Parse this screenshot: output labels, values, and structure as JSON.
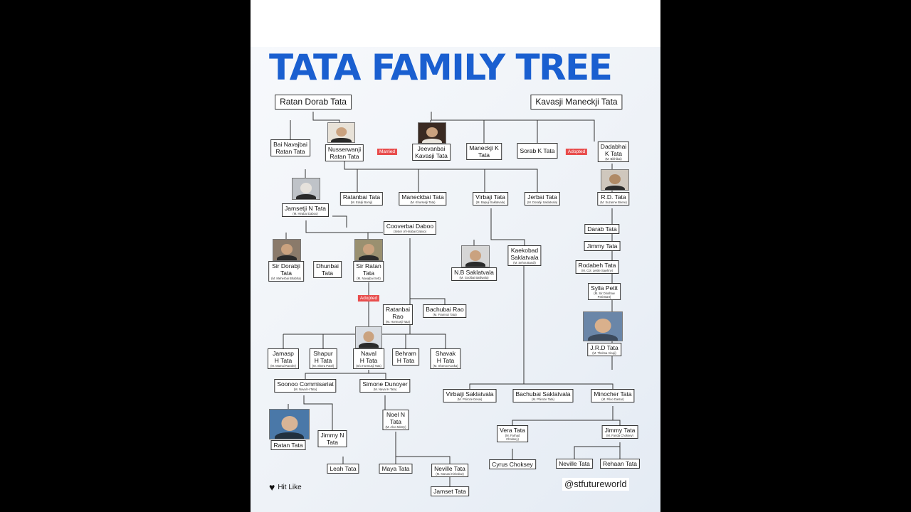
{
  "title": "TATA FAMILY TREE",
  "badges": {
    "married": "Married",
    "adopted_left": "Adopted",
    "adopted_right": "Adopted"
  },
  "people": {
    "ratan_dorab": {
      "name": "Ratan Dorab Tata"
    },
    "kavasji": {
      "name": "Kavasji Maneckji Tata"
    },
    "bai_navajbai": {
      "name": "Bai Navajbai\nRatan Tata"
    },
    "nusserwanji": {
      "name": "Nusserwanji\nRatan Tata"
    },
    "jeevanbai": {
      "name": "Jeevanbai\nKavasji Tata"
    },
    "maneckji_k": {
      "name": "Maneckji K\nTata"
    },
    "sorab_k": {
      "name": "Sorab K Tata"
    },
    "dadabhai": {
      "name": "Dadabhai\nK Tata",
      "spouse": "(M. Bikhibai)"
    },
    "ratanbai_t": {
      "name": "Ratanbai Tata",
      "spouse": "(M. Edulji Bomji)"
    },
    "maneckbai": {
      "name": "Maneckbai Tata",
      "spouse": "(M. Khursedji Tata)"
    },
    "virbaji": {
      "name": "Virbaji Tata",
      "spouse": "(M. Bapuji Saklatvala)"
    },
    "jerbai": {
      "name": "Jerbai Tata",
      "spouse": "(M. Dorabji Saklatvala)"
    },
    "rd_tata": {
      "name": "R.D. Tata",
      "spouse": "(M. Suzanne Briere)"
    },
    "jamsetji": {
      "name": "Jamsetji N Tata",
      "spouse": "(M. Hirabai Daboo)"
    },
    "cooverbai": {
      "name": "Cooverbai Daboo",
      "spouse": "(Sister of Hirabai Daboo)"
    },
    "darab": {
      "name": "Darab Tata"
    },
    "jimmy_t": {
      "name": "Jimmy Tata"
    },
    "rodabeh": {
      "name": "Rodabeh Tata",
      "spouse": "(M. Col. Leslie Sawhny)"
    },
    "sir_dorabji": {
      "name": "Sir Dorabji\nTata",
      "spouse": "(M. Meherbai Bhabha)"
    },
    "dhunbai": {
      "name": "Dhunbai\nTata"
    },
    "sir_ratan": {
      "name": "Sir Ratan\nTata",
      "spouse": "(M. Navajbai Sett)"
    },
    "nb_saklatvala": {
      "name": "N.B Saklatvala",
      "spouse": "(M. Goolbai Batliwala)"
    },
    "kaekobad": {
      "name": "Kaekobad\nSaklatvala",
      "spouse": "(M. Sehra Bandi)"
    },
    "sylla": {
      "name": "Sylla Petit",
      "spouse": "(M. Sir Dinshaw\nPetit Bart)"
    },
    "ratanbai_rao": {
      "name": "Ratanbai\nRao",
      "spouse": "(M. Hormusji Tata)"
    },
    "bachubai_rao": {
      "name": "Bachubai Rao",
      "spouse": "(M. Framroz Tata)"
    },
    "jrd": {
      "name": "J.R.D Tata",
      "spouse": "(M. Thelma Vicaji)"
    },
    "jamasp": {
      "name": "Jamasp\nH Tata",
      "spouse": "(M. Mamai Raroler)"
    },
    "shapur": {
      "name": "Shapur\nH Tata",
      "spouse": "(M. Shera Patel)"
    },
    "naval": {
      "name": "Naval\nH Tata",
      "spouse": "(S/o Hormusji Tata)"
    },
    "behram": {
      "name": "Behram\nH Tata"
    },
    "shavak": {
      "name": "Shavak\nH Tata",
      "spouse": "(M. Sheroo Kooka)"
    },
    "soonoo": {
      "name": "Soonoo Commisariat",
      "spouse": "(M. Naval H Tata)"
    },
    "simone": {
      "name": "Simone Dunoyer",
      "spouse": "(M. Naval H Tata)"
    },
    "virbaiji": {
      "name": "Virbaiji Saklatvala",
      "spouse": "(M. Phiroze Desai)"
    },
    "bachubai_s": {
      "name": "Bachubai Saklatvala",
      "spouse": "(M. Phiroze Tata)"
    },
    "minocher": {
      "name": "Minocher Tata",
      "spouse": "(M. Piloo Dastur)"
    },
    "noel": {
      "name": "Noel N\nTata",
      "spouse": "(M. Aloo Mistry)"
    },
    "vera": {
      "name": "Vera Tata",
      "spouse": "(M. Farhad\nChoksey)"
    },
    "jimmy_t2": {
      "name": "Jimmy Tata",
      "spouse": "(M. Farida Choksey)"
    },
    "jimmy_n": {
      "name": "Jimmy N\nTata"
    },
    "ratan_tata": {
      "name": "Ratan Tata"
    },
    "cyrus": {
      "name": "Cyrus Choksey"
    },
    "neville_t": {
      "name": "Neville Tata"
    },
    "rehaan": {
      "name": "Rehaan Tata"
    },
    "leah": {
      "name": "Leah Tata"
    },
    "maya": {
      "name": "Maya Tata"
    },
    "neville_n": {
      "name": "Neville Tata",
      "spouse": "(M. Manasi Kirloskar)"
    },
    "jamset": {
      "name": "Jamset Tata"
    }
  },
  "footer": {
    "like_text": "Hit Like",
    "handle": "@stfutureworld"
  },
  "colors": {
    "title": "#1a5fd0",
    "badge": "#e84c4c",
    "line": "#333333"
  },
  "icons": {
    "like": "heart-icon"
  }
}
